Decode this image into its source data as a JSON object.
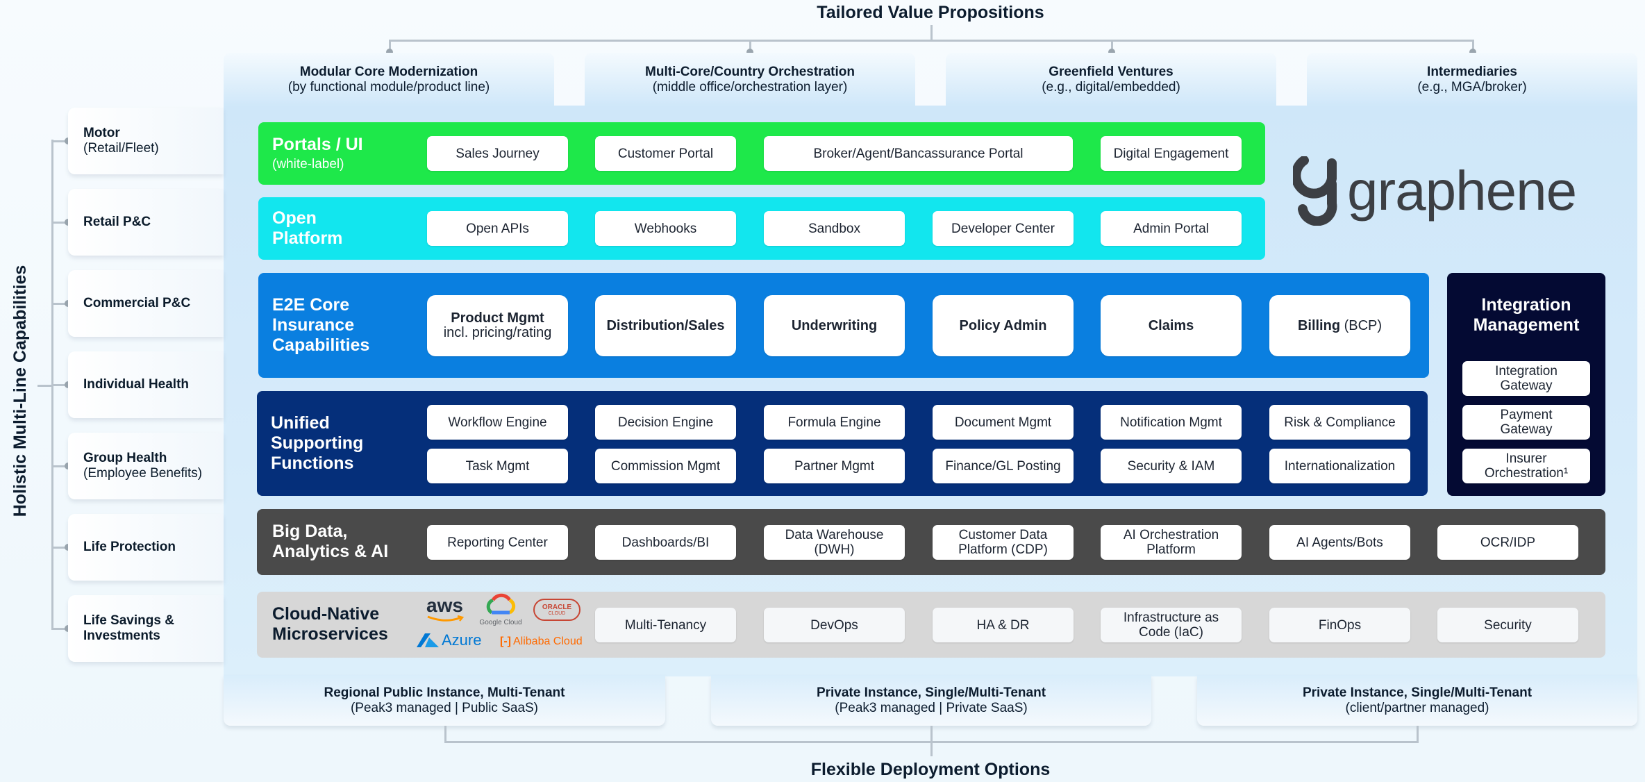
{
  "top_heading": "Tailored Value Propositions",
  "bottom_heading": "Flexible Deployment Options",
  "side_heading": "Holistic Multi-Line Capabilities",
  "value_props": [
    {
      "title": "Modular Core Modernization",
      "sub": "(by functional module/product line)"
    },
    {
      "title": "Multi-Core/Country Orchestration",
      "sub": "(middle office/orchestration layer)"
    },
    {
      "title": "Greenfield Ventures",
      "sub": "(e.g., digital/embedded)"
    },
    {
      "title": "Intermediaries",
      "sub": "(e.g., MGA/broker)"
    }
  ],
  "lines_of_business": [
    {
      "title": "Motor",
      "sub": "(Retail/Fleet)"
    },
    {
      "title": "Retail P&C",
      "sub": ""
    },
    {
      "title": "Commercial P&C",
      "sub": ""
    },
    {
      "title": "Individual Health",
      "sub": ""
    },
    {
      "title": "Group Health",
      "sub": "(Employee Benefits)"
    },
    {
      "title": "Life Protection",
      "sub": ""
    },
    {
      "title": "Life Savings &",
      "sub": "Investments"
    }
  ],
  "portals": {
    "title": "Portals / UI",
    "sub": "(white-label)",
    "items": [
      "Sales Journey",
      "Customer Portal",
      "Broker/Agent/Bancassurance Portal",
      "Digital Engagement"
    ]
  },
  "open_platform": {
    "title_1": "Open",
    "title_2": "Platform",
    "items": [
      "Open APIs",
      "Webhooks",
      "Sandbox",
      "Developer Center",
      "Admin Portal"
    ]
  },
  "core": {
    "title_1": "E2E Core",
    "title_2": "Insurance",
    "title_3": "Capabilities",
    "items": [
      {
        "main": "Product Mgmt",
        "sub": "incl. pricing/rating"
      },
      {
        "main": "Distribution/Sales",
        "sub": ""
      },
      {
        "main": "Underwriting",
        "sub": ""
      },
      {
        "main": "Policy Admin",
        "sub": ""
      },
      {
        "main": "Claims",
        "sub": ""
      },
      {
        "main": "Billing",
        "sub": "(BCP)"
      }
    ]
  },
  "supporting": {
    "title_1": "Unified",
    "title_2": "Supporting",
    "title_3": "Functions",
    "row1": [
      "Workflow Engine",
      "Decision Engine",
      "Formula Engine",
      "Document Mgmt",
      "Notification Mgmt",
      "Risk & Compliance"
    ],
    "row2": [
      "Task Mgmt",
      "Commission Mgmt",
      "Partner Mgmt",
      "Finance/GL Posting",
      "Security & IAM",
      "Internationalization"
    ]
  },
  "integration": {
    "title_1": "Integration",
    "title_2": "Management",
    "items": [
      {
        "l1": "Integration",
        "l2": "Gateway"
      },
      {
        "l1": "Payment",
        "l2": "Gateway"
      },
      {
        "l1": "Insurer",
        "l2": "Orchestration¹"
      }
    ]
  },
  "bigdata": {
    "title_1": "Big Data,",
    "title_2": "Analytics & AI",
    "items": [
      {
        "l1": "Reporting Center",
        "l2": ""
      },
      {
        "l1": "Dashboards/BI",
        "l2": ""
      },
      {
        "l1": "Data Warehouse",
        "l2": "(DWH)"
      },
      {
        "l1": "Customer Data",
        "l2": "Platform (CDP)"
      },
      {
        "l1": "AI Orchestration",
        "l2": "Platform"
      },
      {
        "l1": "AI Agents/Bots",
        "l2": ""
      },
      {
        "l1": "OCR/IDP",
        "l2": ""
      }
    ]
  },
  "cloud": {
    "title_1": "Cloud-Native",
    "title_2": "Microservices",
    "logos": {
      "aws": "aws",
      "google": "Google Cloud",
      "oracle": "ORACLE",
      "oracle_sub": "CLOUD",
      "azure": "Azure",
      "alibaba": "Alibaba Cloud"
    },
    "items": [
      {
        "l1": "Multi-Tenancy",
        "l2": ""
      },
      {
        "l1": "DevOps",
        "l2": ""
      },
      {
        "l1": "HA & DR",
        "l2": ""
      },
      {
        "l1": "Infrastructure as",
        "l2": "Code (IaC)"
      },
      {
        "l1": "FinOps",
        "l2": ""
      },
      {
        "l1": "Security",
        "l2": ""
      }
    ]
  },
  "brand": "graphene",
  "deployments": [
    {
      "title": "Regional Public Instance, Multi-Tenant",
      "sub": "(Peak3 managed | Public SaaS)"
    },
    {
      "title": "Private Instance, Single/Multi-Tenant",
      "sub": "(Peak3 managed | Private SaaS)"
    },
    {
      "title": "Private Instance, Single/Multi-Tenant",
      "sub": "(client/partner managed)"
    }
  ],
  "colors": {
    "portals": "#1ee84a",
    "open_platform": "#12e6ee",
    "core": "#0a7fe0",
    "supporting": "#052f7a",
    "integration": "#040a33",
    "bigdata": "#4a4a4a",
    "cloud": "#d7d7d7"
  }
}
